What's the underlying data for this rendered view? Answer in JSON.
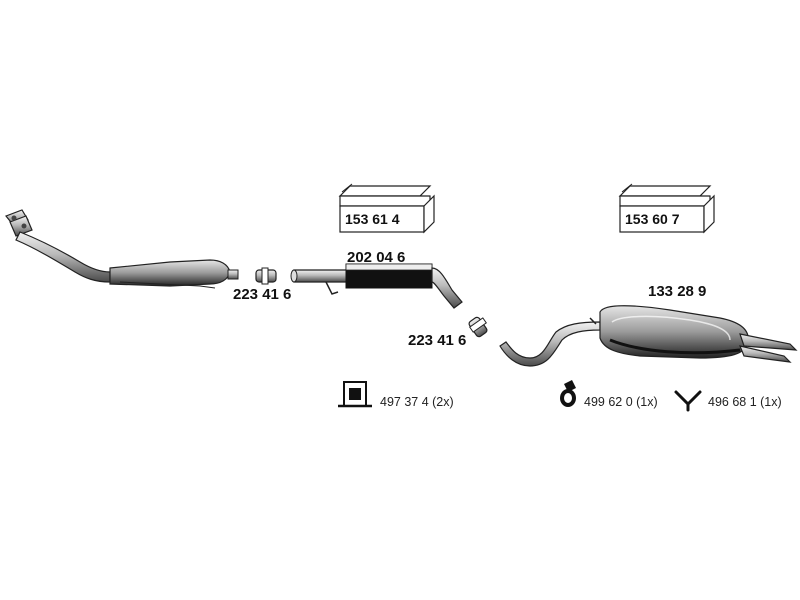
{
  "diagram": {
    "parts": [
      {
        "id": "catalytic-converter"
      },
      {
        "id": "clamp-front",
        "number": "223 41 6"
      },
      {
        "id": "center-silencer",
        "number": "202 04 6"
      },
      {
        "id": "clamp-rear",
        "number": "223 41 6"
      },
      {
        "id": "rear-silencer",
        "number": "133 28 9"
      }
    ],
    "kits": [
      {
        "id": "kit-front",
        "number": "153 61 4"
      },
      {
        "id": "kit-rear",
        "number": "153 60 7"
      }
    ],
    "fittings": [
      {
        "id": "hanger-bracket",
        "text": "497 37 4 (2x)",
        "icon": "bracket-icon"
      },
      {
        "id": "rubber-ring",
        "text": "499 62 0 (1x)",
        "icon": "rubber-ring-icon"
      },
      {
        "id": "y-hanger",
        "text": "496 68 1 (1x)",
        "icon": "y-hanger-icon"
      }
    ]
  }
}
